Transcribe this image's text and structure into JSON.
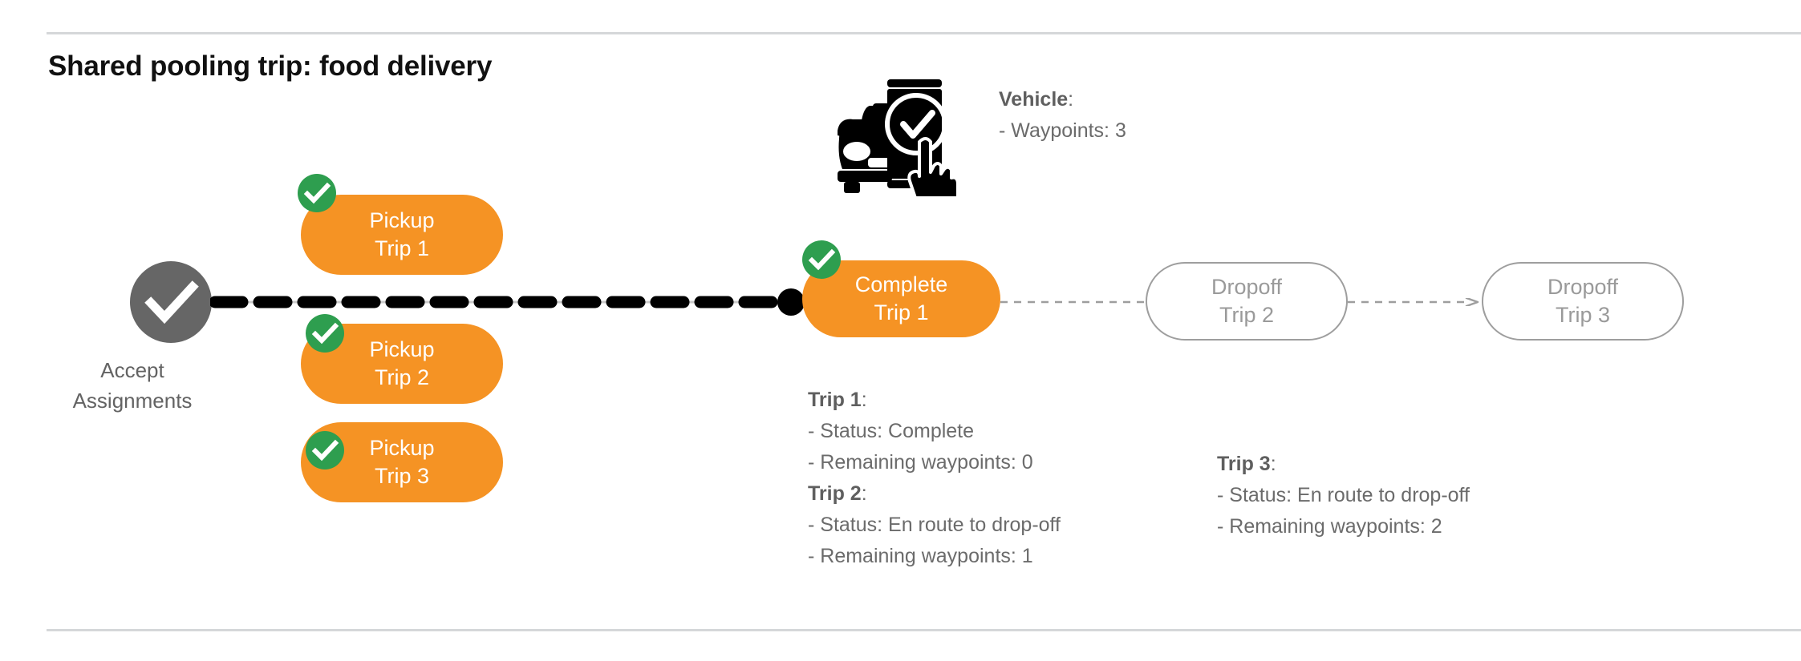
{
  "page": {
    "title": "Shared pooling trip: food delivery",
    "accent_orange": "#F59324",
    "accent_green": "#2E9E4F",
    "node_gray": "#666666",
    "outline_gray": "#9e9e9e",
    "text_gray": "#6b6b6b",
    "rule_gray": "#d5d7d9"
  },
  "start_node": {
    "icon": "check-circle-icon",
    "label_line1": "Accept",
    "label_line2": "Assignments"
  },
  "pickups": [
    {
      "line1": "Pickup",
      "line2": "Trip 1",
      "completed": true
    },
    {
      "line1": "Pickup",
      "line2": "Trip 2",
      "completed": true
    },
    {
      "line1": "Pickup",
      "line2": "Trip 3",
      "completed": true
    }
  ],
  "complete_node": {
    "line1": "Complete",
    "line2": "Trip 1",
    "completed": true
  },
  "dropoffs": [
    {
      "line1": "Dropoff",
      "line2": "Trip 2",
      "completed": false
    },
    {
      "line1": "Dropoff",
      "line2": "Trip 3",
      "completed": false
    }
  ],
  "vehicle_annotation": {
    "heading": "Vehicle",
    "colon": ":",
    "line1": "- Waypoints: 3"
  },
  "trip_annotations": {
    "trip1": {
      "heading": "Trip 1",
      "colon": ":",
      "status": "- Status:  Complete",
      "waypoints": "- Remaining waypoints: 0"
    },
    "trip2": {
      "heading": "Trip 2",
      "colon": ":",
      "status": "- Status:  En route to drop-off",
      "waypoints": "- Remaining waypoints: 1"
    },
    "trip3": {
      "heading": "Trip 3",
      "colon": ":",
      "status": "- Status:  En route to drop-off",
      "waypoints": "- Remaining waypoints: 2"
    }
  }
}
